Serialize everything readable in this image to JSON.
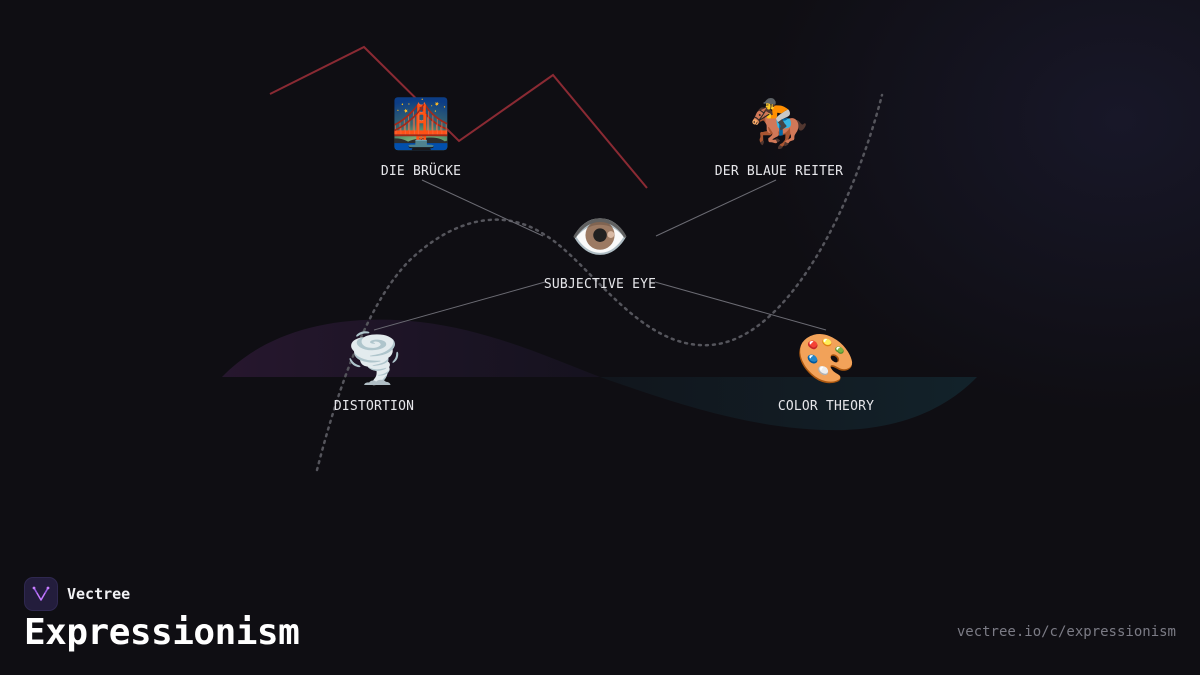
{
  "brand": {
    "name": "Vectree",
    "logo_icon": "vectree-logo-icon"
  },
  "title": "Expressionism",
  "url": "vectree.io/c/expressionism",
  "nodes": {
    "center": {
      "emoji": "👁️",
      "label": "SUBJECTIVE EYE",
      "icon": "eye-icon"
    },
    "die_brucke": {
      "emoji": "🌉",
      "label": "DIE BRÜCKE",
      "icon": "bridge-at-night-icon"
    },
    "blaue_reiter": {
      "emoji": "🏇",
      "label": "DER BLAUE REITER",
      "icon": "horse-racing-icon"
    },
    "distortion": {
      "emoji": "🌪️",
      "label": "DISTORTION",
      "icon": "tornado-icon"
    },
    "color_theory": {
      "emoji": "🎨",
      "label": "COLOR THEORY",
      "icon": "artist-palette-icon"
    }
  },
  "colors": {
    "background": "#0f0e13",
    "zigzag": "#8a2a33",
    "dotted_curve": "#55555c",
    "connector": "#6b6b73",
    "wave_purple": "#2a1a35",
    "wave_teal": "#122a33",
    "brand_accent": "#9b5de5"
  }
}
